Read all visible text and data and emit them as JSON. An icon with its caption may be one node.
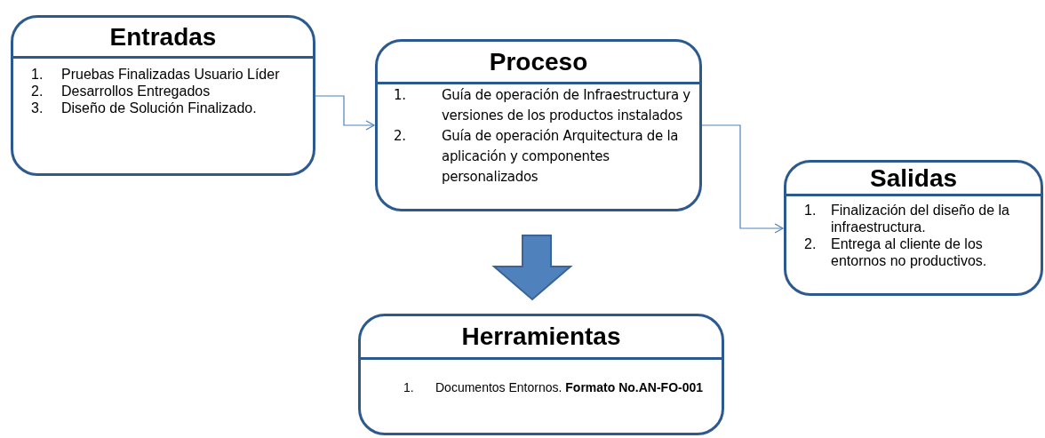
{
  "diagram": {
    "nodes": [
      {
        "text": [
          "Entradas",
          "1. Pruebas Finalizadas Usuario Líder",
          "2. Desarrollos Entregados",
          "3. Diseño de Solución Finalizado."
        ]
      },
      {
        "text": [
          "Proceso",
          "1. Guía de operación de Infraestructura y versiones de los productos instalados",
          "2. Guía de operación Arquitectura de la aplicación y componentes personalizados"
        ]
      },
      {
        "text": [
          "Salidas",
          "1. Finalización del  diseño de la infraestructura.",
          "2. Entrega al cliente de los entornos no productivos."
        ]
      },
      {
        "text": [
          "Herramientas",
          "1. Documentos  Entornos. **Formato No.AN-FO-001**"
        ]
      }
    ],
    "edges": [
      {
        "from": 0,
        "to": 1,
        "arrow": "to"
      },
      {
        "from": 1,
        "to": 2,
        "arrow": "to"
      },
      {
        "from": 1,
        "to": 3,
        "arrow": "to",
        "style": "thick",
        "color": "#4f81bd"
      }
    ]
  }
}
